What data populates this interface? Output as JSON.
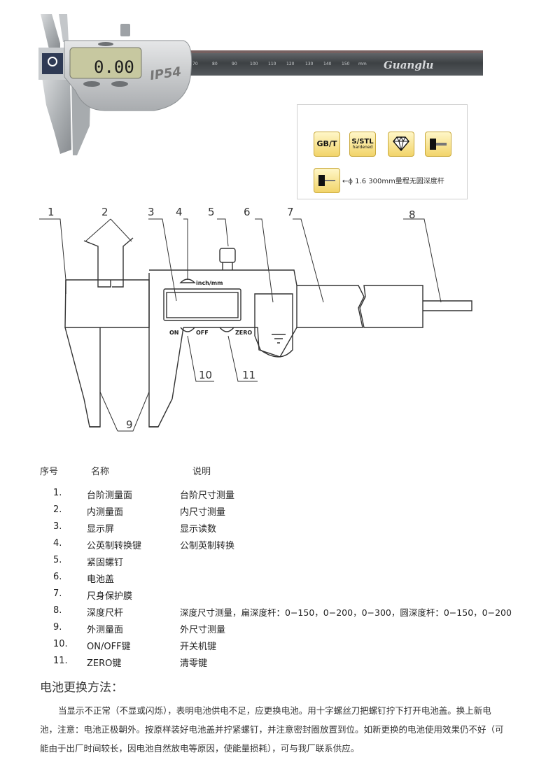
{
  "product": {
    "display_reading": "0.00",
    "ip_rating": "IP54",
    "brand": "Guanglu",
    "scale_ticks": [
      "70",
      "80",
      "90",
      "100",
      "110",
      "120",
      "130",
      "140",
      "150",
      "mm"
    ]
  },
  "features": {
    "gbt": "GB/T",
    "sstl": "S/STL",
    "hardened": "hardened",
    "round_rod_note": "←ϕ 1.6  300mm量程无圆深度杆"
  },
  "diagram": {
    "labels": [
      "1",
      "2",
      "3",
      "4",
      "5",
      "6",
      "7",
      "8",
      "9",
      "10",
      "11"
    ],
    "inch_mm": "inch/mm",
    "on": "ON",
    "off": "OFF",
    "zero": "ZERO"
  },
  "table": {
    "headers": {
      "num": "序号",
      "name": "名称",
      "desc": "说明"
    },
    "rows": [
      {
        "num": "1.",
        "name": "台阶测量面",
        "desc": "台阶尺寸测量"
      },
      {
        "num": "2.",
        "name": "内测量面",
        "desc": "内尺寸测量"
      },
      {
        "num": "3.",
        "name": "显示屏",
        "desc": "显示读数"
      },
      {
        "num": "4.",
        "name": "公英制转换键",
        "desc": "公制英制转换"
      },
      {
        "num": "5.",
        "name": "紧固螺钉",
        "desc": ""
      },
      {
        "num": "6.",
        "name": "电池盖",
        "desc": ""
      },
      {
        "num": "7.",
        "name": "尺身保护膜",
        "desc": ""
      },
      {
        "num": "8.",
        "name": "深度尺杆",
        "desc": "深度尺寸测量，扁深度杆：0−150，0−200，0−300，圆深度杆：0−150，0−200"
      },
      {
        "num": "9.",
        "name": "外测量面",
        "desc": "外尺寸测量"
      },
      {
        "num": "10.",
        "name": "ON/OFF键",
        "desc": "开关机键"
      },
      {
        "num": "11.",
        "name": "ZERO键",
        "desc": "清零键"
      }
    ]
  },
  "battery": {
    "title": "电池更换方法：",
    "text": "当显示不正常（不显或闪烁），表明电池供电不足，应更换电池。用十字螺丝刀把螺钉拧下打开电池盖。换上新电池，注意：电池正极朝外。按原样装好电池盖并拧紧螺钉，并注意密封圈放置到位。如新更换的电池使用效果仍不好（可能由于出厂时间较长，因电池自然放电等原因，使能量损耗），可与我厂联系供应。"
  }
}
